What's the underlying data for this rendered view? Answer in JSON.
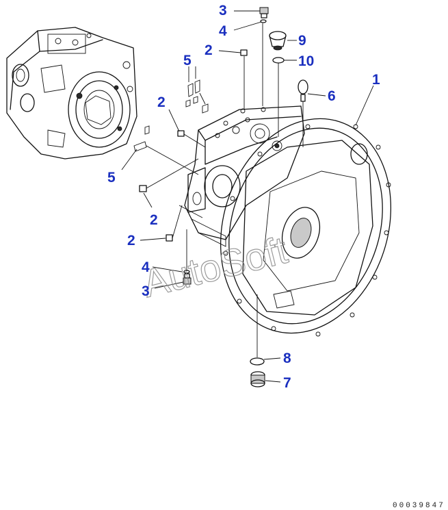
{
  "callouts": [
    {
      "id": "c1",
      "label": "1"
    },
    {
      "id": "c2a",
      "label": "2"
    },
    {
      "id": "c2b",
      "label": "2"
    },
    {
      "id": "c2c",
      "label": "2"
    },
    {
      "id": "c2d",
      "label": "2"
    },
    {
      "id": "c3a",
      "label": "3"
    },
    {
      "id": "c3b",
      "label": "3"
    },
    {
      "id": "c4a",
      "label": "4"
    },
    {
      "id": "c4b",
      "label": "4"
    },
    {
      "id": "c5a",
      "label": "5"
    },
    {
      "id": "c5b",
      "label": "5"
    },
    {
      "id": "c6",
      "label": "6"
    },
    {
      "id": "c7",
      "label": "7"
    },
    {
      "id": "c8",
      "label": "8"
    },
    {
      "id": "c9",
      "label": "9"
    },
    {
      "id": "c10",
      "label": "10"
    }
  ],
  "watermark": "AutoSoft",
  "drawing_number": "00039847",
  "colors": {
    "callout": "#1a2fbf",
    "ink": "#111111",
    "watermark": "#8a8a8a"
  }
}
